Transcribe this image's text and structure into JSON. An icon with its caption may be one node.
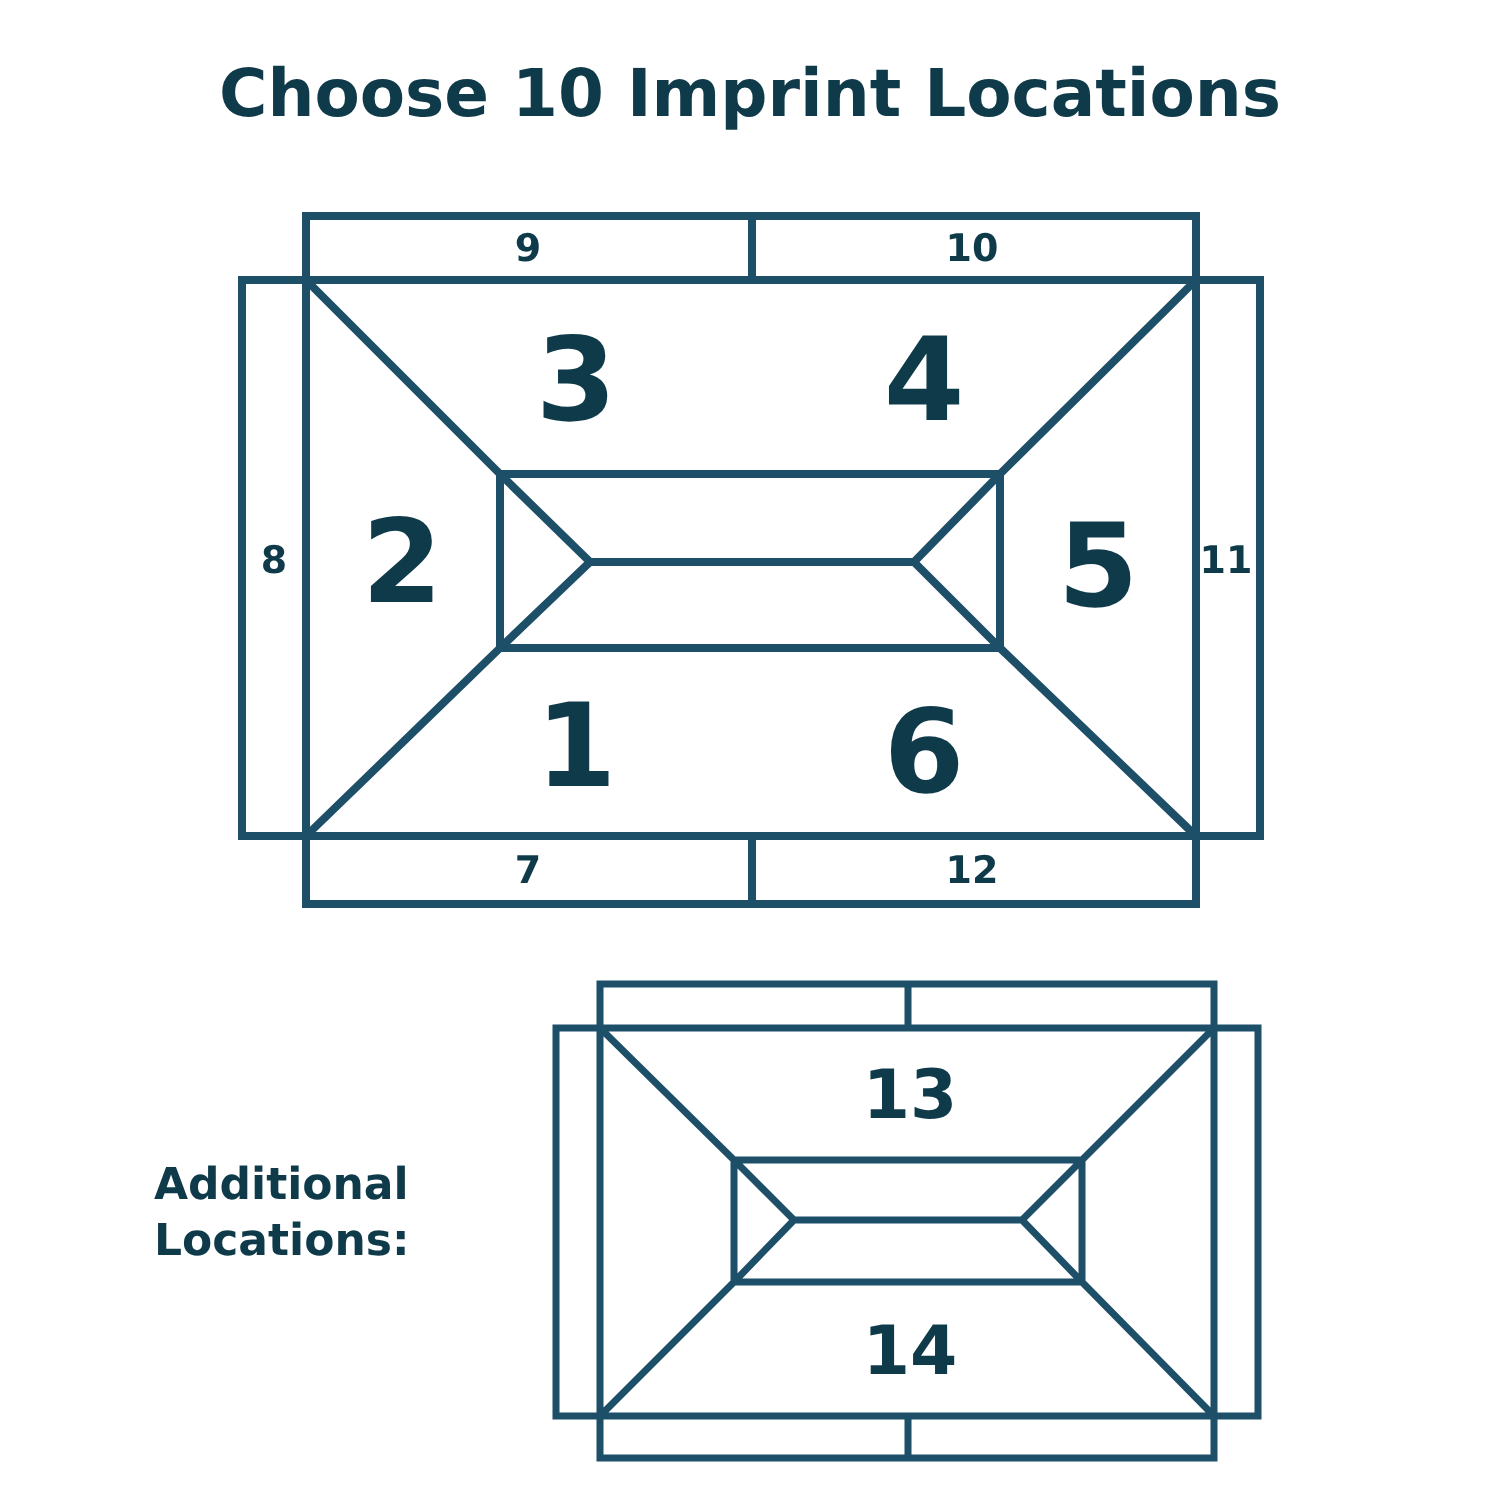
{
  "diagram": {
    "title": "Choose 10 Imprint Locations",
    "labels": [
      "9",
      "10",
      "3",
      "4",
      "8",
      "2",
      "5",
      "11",
      "1",
      "6",
      "7",
      "12",
      "13",
      "Additional Locations:",
      "14"
    ]
  }
}
